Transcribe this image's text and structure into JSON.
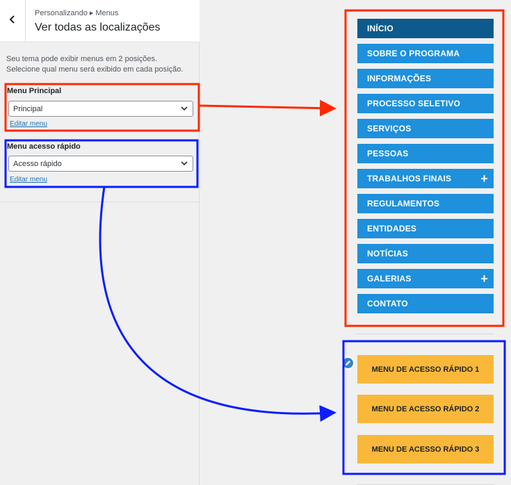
{
  "header": {
    "breadcrumb_parent": "Personalizando",
    "breadcrumb_separator": "▸",
    "breadcrumb_current": "Menus",
    "title": "Ver todas as localizações"
  },
  "description": "Seu tema pode exibir menus em 2 posições. Selecione qual menu será exibido em cada posição.",
  "locations": [
    {
      "label": "Menu Principal",
      "selected": "Principal",
      "edit_link": "Editar menu"
    },
    {
      "label": "Menu acesso rápido",
      "selected": "Acesso rápido",
      "edit_link": "Editar menu"
    }
  ],
  "main_menu": {
    "items": [
      {
        "label": "INÍCIO",
        "active": true,
        "has_children": false
      },
      {
        "label": "SOBRE O PROGRAMA",
        "active": false,
        "has_children": false
      },
      {
        "label": "INFORMAÇÕES",
        "active": false,
        "has_children": false
      },
      {
        "label": "PROCESSO SELETIVO",
        "active": false,
        "has_children": false
      },
      {
        "label": "SERVIÇOS",
        "active": false,
        "has_children": false
      },
      {
        "label": "PESSOAS",
        "active": false,
        "has_children": false
      },
      {
        "label": "TRABALHOS FINAIS",
        "active": false,
        "has_children": true
      },
      {
        "label": "REGULAMENTOS",
        "active": false,
        "has_children": false
      },
      {
        "label": "ENTIDADES",
        "active": false,
        "has_children": false
      },
      {
        "label": "NOTÍCIAS",
        "active": false,
        "has_children": false
      },
      {
        "label": "GALERIAS",
        "active": false,
        "has_children": true
      },
      {
        "label": "CONTATO",
        "active": false,
        "has_children": false
      }
    ],
    "expand_symbol": "+"
  },
  "quick_menu": {
    "items": [
      {
        "label": "MENU DE ACESSO RÁPIDO 1"
      },
      {
        "label": "MENU DE ACESSO RÁPIDO 2"
      },
      {
        "label": "MENU DE ACESSO RÁPIDO 3"
      }
    ]
  },
  "colors": {
    "highlight_main": "#ff2a00",
    "highlight_quick": "#0a1eff",
    "menu_item": "#1e90dc",
    "menu_item_active": "#0f5a8c",
    "quick_button": "#f9b83a",
    "link": "#2271b1"
  },
  "icons": {
    "back": "chevron-left-icon",
    "select": "chevron-down-icon",
    "edit_shortcut": "pencil-icon"
  }
}
